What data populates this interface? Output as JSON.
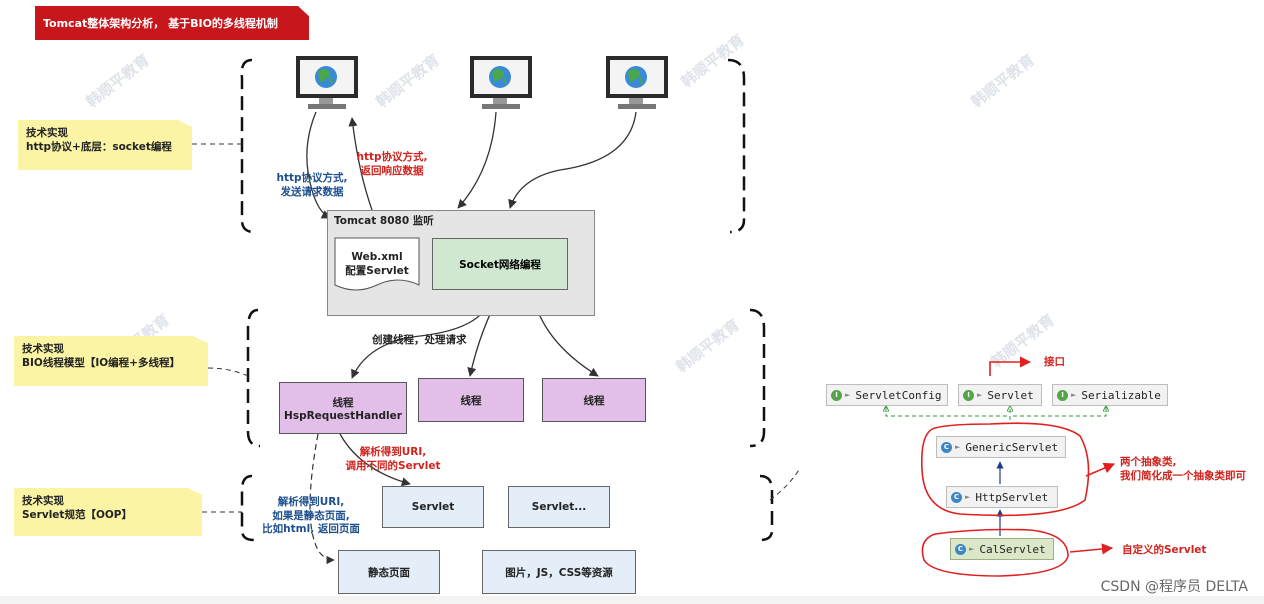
{
  "title": "Tomcat整体架构分析， 基于BIO的多线程机制",
  "notes": [
    {
      "line1": "技术实现",
      "line2": "http协议+底层：socket编程"
    },
    {
      "line1": "技术实现",
      "line2": "BIO线程模型【IO编程+多线程】"
    },
    {
      "line1": "技术实现",
      "line2": "Servlet规范【OOP】"
    }
  ],
  "labels": {
    "send_request": [
      "http协议方式,",
      "发送请求数据"
    ],
    "return_response": [
      "http协议方式,",
      "返回响应数据"
    ],
    "create_thread": "创建线程，处理请求",
    "parse_uri": [
      "解析得到URI,",
      "调用不同的Servlet"
    ],
    "static_page": [
      "解析得到URI,",
      "如果是静态页面,",
      "比如html, 返回页面"
    ]
  },
  "tomcat": {
    "title": "Tomcat 8080 监听",
    "webxml": [
      "Web.xml",
      "配置Servlet"
    ],
    "socket": "Socket网络编程"
  },
  "threads": {
    "main": [
      "线程",
      "HspRequestHandler"
    ],
    "other": "线程"
  },
  "servlets": [
    "Servlet",
    "Servlet..."
  ],
  "resources": [
    "静态页面",
    "图片，JS，CSS等资源"
  ],
  "uml": {
    "interfaces": [
      "ServletConfig",
      "Servlet",
      "Serializable"
    ],
    "classes": [
      "GenericServlet",
      "HttpServlet",
      "CalServlet"
    ],
    "annotation_interface": "接口",
    "annotation_abstract": [
      "两个抽象类,",
      "我们简化成一个抽象类即可"
    ],
    "annotation_custom": "自定义的Servlet"
  },
  "watermark": "韩顺平教育",
  "footer": "CSDN @程序员 DELTA",
  "colors": {
    "banner": "#c8161d",
    "note": "#fbf4a4",
    "thread": "#e2bfe9",
    "socket": "#cfe8cf",
    "servlet": "#e3eef8",
    "annotation": "#e02020"
  }
}
